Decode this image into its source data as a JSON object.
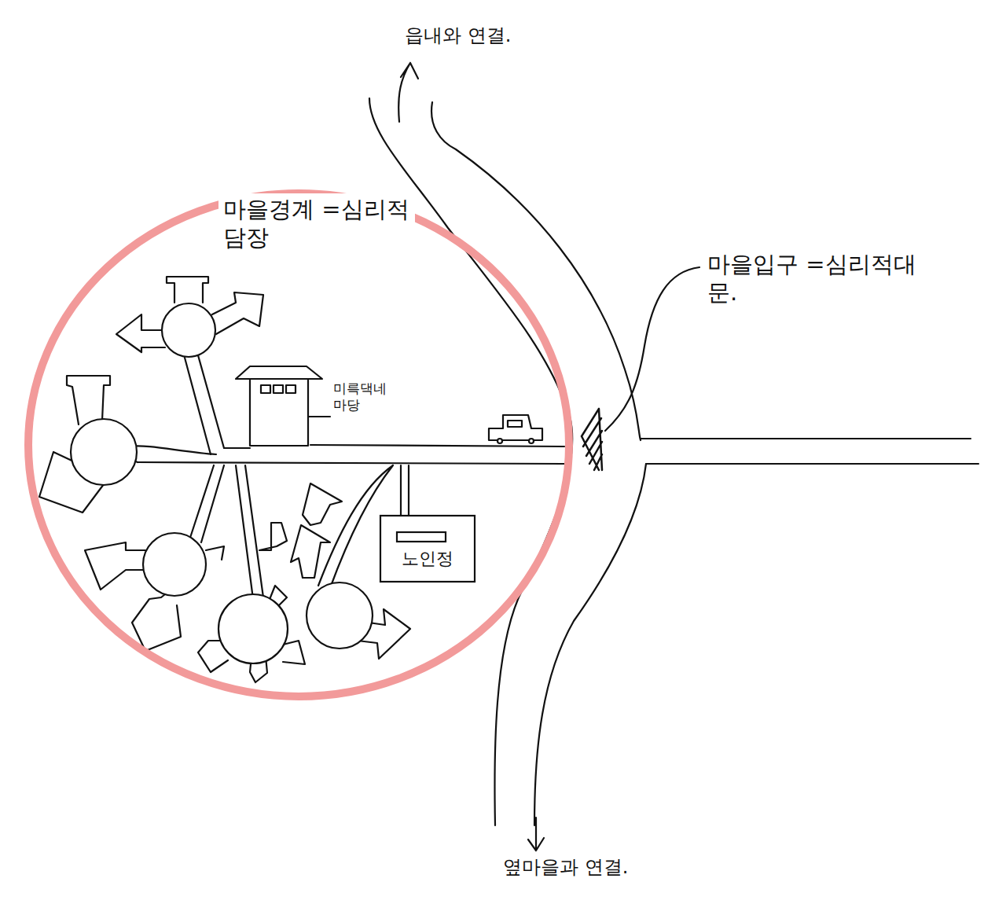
{
  "diagram": {
    "nodes": [
      {
        "text": [
          "마을경계 =심리적담장"
        ]
      },
      {
        "text": [
          "노인정"
        ],
        "in": 0
      }
    ],
    "labels": [
      "읍내와 연결.",
      "마을입구 =심리적대문.",
      "미륵댁네 마당",
      "옆마을과 연결."
    ]
  }
}
